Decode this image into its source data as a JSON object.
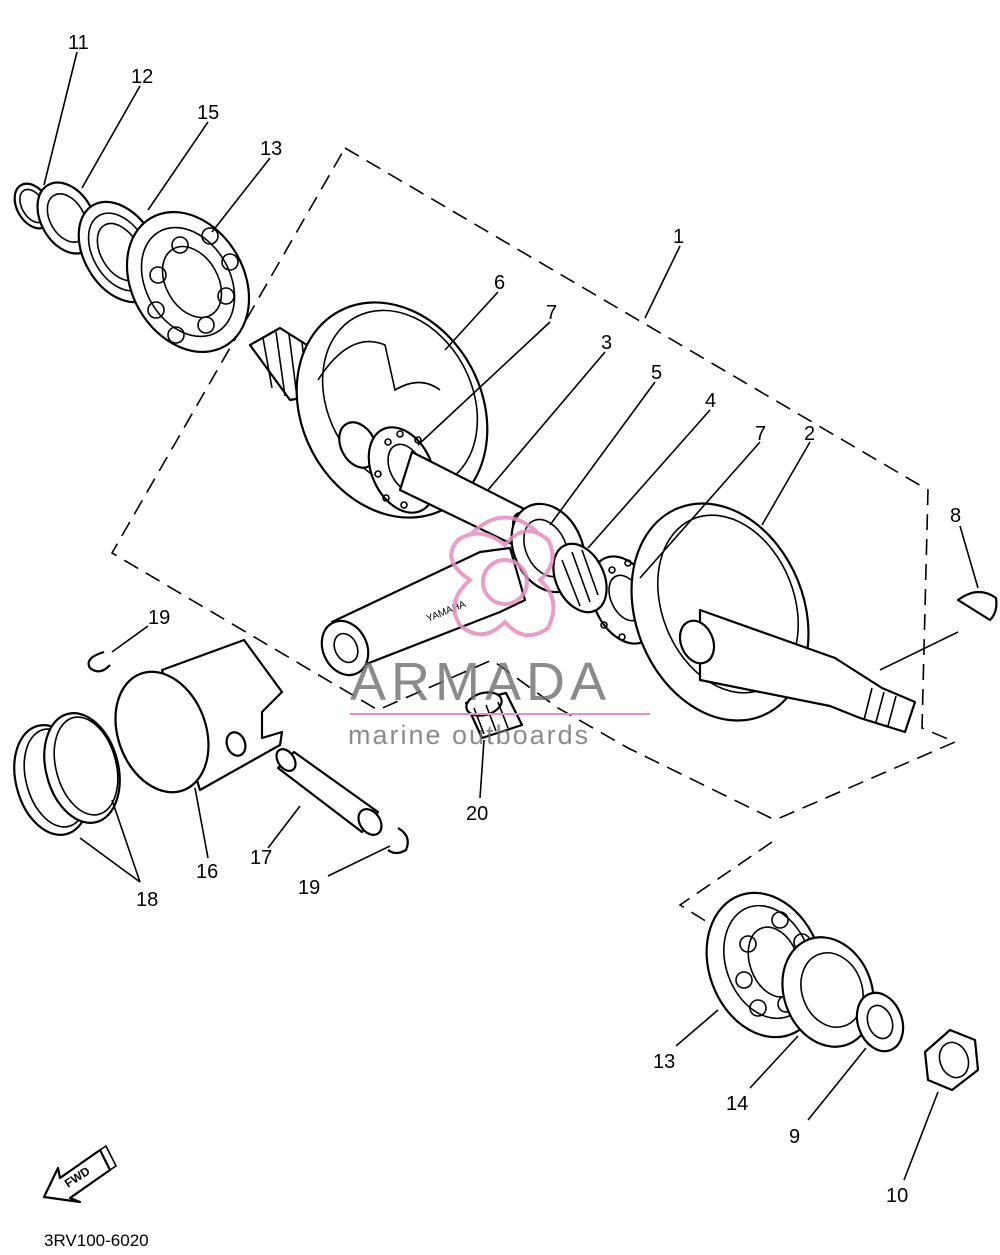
{
  "diagram_code": "3RV100-6020",
  "watermark": {
    "brand": "ARMADA",
    "tagline": "marine outboards",
    "accent_pink": "#e58ec0",
    "text_gray": "#6b6b6b"
  },
  "fwd_label": "FWD",
  "rod_text": "YAMAHA",
  "callouts": {
    "c1": "1",
    "c2": "2",
    "c3": "3",
    "c4": "4",
    "c5": "5",
    "c6": "6",
    "c7a": "7",
    "c7b": "7",
    "c8": "8",
    "c9": "9",
    "c10": "10",
    "c11": "11",
    "c12": "12",
    "c13a": "13",
    "c13b": "13",
    "c14": "14",
    "c15": "15",
    "c16": "16",
    "c17": "17",
    "c18": "18",
    "c19a": "19",
    "c19b": "19",
    "c20": "20"
  }
}
